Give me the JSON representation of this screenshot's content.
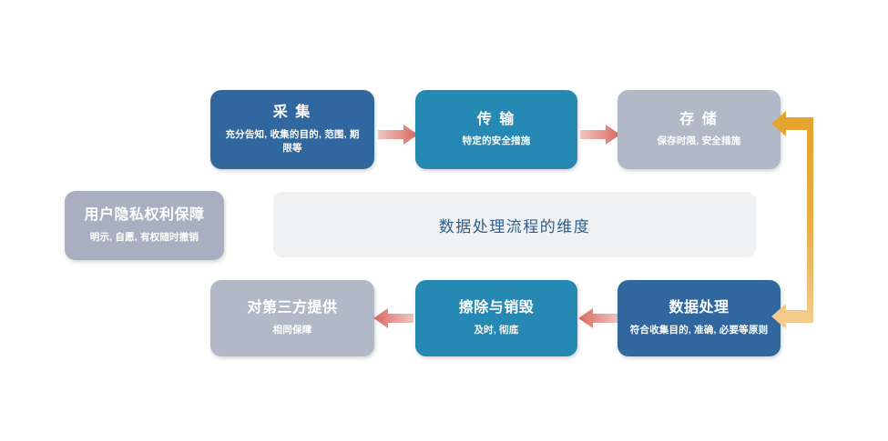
{
  "diagram": {
    "center_label": "数据处理流程的维度",
    "nodes": [
      {
        "id": "collect",
        "title": "采 集",
        "sub": "充分告知, 收集的目的, 范围, 期限等",
        "color": "#31679F"
      },
      {
        "id": "transmit",
        "title": "传 输",
        "sub": "特定的安全措施",
        "color": "#2589B4"
      },
      {
        "id": "store",
        "title": "存 储",
        "sub": "保存时限, 安全措施",
        "color": "#B1B8C6"
      },
      {
        "id": "privacy",
        "title": "用户隐私权利保障",
        "sub": "明示, 自愿, 有权随时撤销",
        "color": "#A7AFC0"
      },
      {
        "id": "process",
        "title": "数据处理",
        "sub": "符合收集目的, 准确, 必要等原则",
        "color": "#31679F"
      },
      {
        "id": "destroy",
        "title": "擦除与销毁",
        "sub": "及时, 彻底",
        "color": "#2589B4"
      },
      {
        "id": "thirdparty",
        "title": "对第三方提供",
        "sub": "相同保障",
        "color": "#B1B8C6"
      }
    ],
    "connectors": [
      {
        "id": "collect-to-transmit",
        "direction": "right"
      },
      {
        "id": "transmit-to-store",
        "direction": "right"
      },
      {
        "id": "process-to-destroy",
        "direction": "left"
      },
      {
        "id": "destroy-to-thirdparty",
        "direction": "left"
      },
      {
        "id": "store-to-process-return",
        "direction": "u-turn-left"
      }
    ],
    "colors": {
      "dark_blue": "#31679F",
      "teal": "#2589B4",
      "gray": "#B1B8C6",
      "privacy_gray": "#A7AFC0",
      "panel_bg": "#F0F1F3",
      "panel_text": "#2E5E8E",
      "arrow_pink_light": "#EDBDB8",
      "arrow_pink_dark": "#D9685F",
      "arrow_orange_dark": "#E6A32E",
      "arrow_orange_light": "#F2C98A"
    }
  }
}
